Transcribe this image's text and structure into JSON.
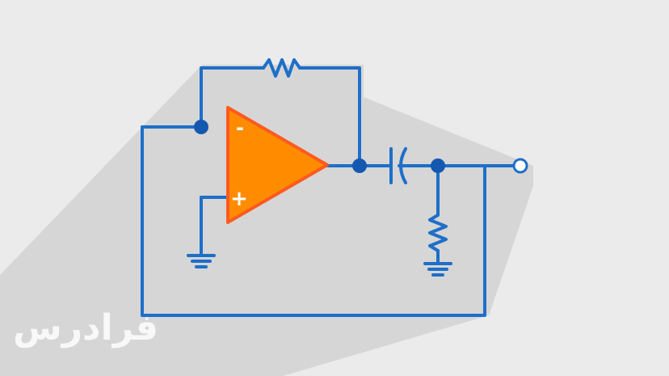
{
  "diagram": {
    "opamp": {
      "inverting_symbol": "-",
      "noninverting_symbol": "+"
    },
    "components": [
      "feedback-resistor",
      "coupling-capacitor",
      "shunt-resistor",
      "ground",
      "ground"
    ],
    "colors": {
      "background": "#ebebeb",
      "shadow": "#d6d6d6",
      "wire": "#1e6fc8",
      "node": "#1558b0",
      "opamp_fill": "#ff8c00",
      "opamp_stroke": "#ff5a1f",
      "terminal_fill": "#ffffff"
    }
  },
  "watermark": {
    "text": "فرادرس"
  }
}
